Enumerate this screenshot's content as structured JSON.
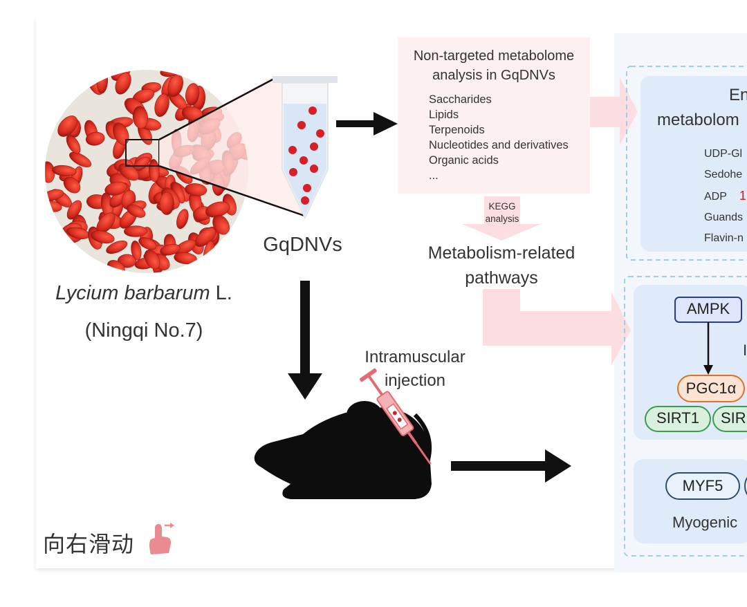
{
  "plant": {
    "name_italic": "Lycium barbarum",
    "name_suffix": " L.",
    "cultivar": "(Ningqi No.7)"
  },
  "vesicle_label": "GqDNVs",
  "metabolome_box": {
    "title_line1": "Non-targeted metabolome",
    "title_line2": "analysis in GqDNVs",
    "items": [
      "Saccharides",
      "Lipids",
      "Terpenoids",
      "Nucleotides and derivatives",
      "Organic acids",
      "..."
    ]
  },
  "kegg": {
    "line1": "KEGG",
    "line2": "analysis"
  },
  "pathways": {
    "line1": "Metabolism-related",
    "line2": "pathways"
  },
  "injection": {
    "line1": "Intramuscular",
    "line2": "injection"
  },
  "right_panel": {
    "title_line1": "En",
    "title_line2": "metabolom",
    "metabolites": [
      "UDP-Gl",
      "Sedohe",
      "ADP",
      "Guands",
      "Flavin-n"
    ],
    "adp_mark": "1"
  },
  "signaling": {
    "ampk": "AMPK",
    "pgc1a": "PGC1α",
    "sirt1": "SIRT1",
    "sirt_partial": "SIR",
    "side_letter": "I"
  },
  "myogenic": {
    "myf5": "MYF5",
    "caption": "Myogenic"
  },
  "swipe_hint": "向右滑动",
  "colors": {
    "berry_red": "#d42a1e",
    "pink_arrow": "#fbdce0",
    "panel_blue": "#e4eef9",
    "dashed_border": "#9ecfe8",
    "ampk_fill": "#dfe6fb",
    "pgc_fill": "#fde3d2",
    "sirt_fill": "#d8f0dc",
    "myf_fill": "#e7f2fb"
  },
  "icons": {
    "tube": "vesicle-tube-icon",
    "mouse": "mouse-icon",
    "syringe": "syringe-icon",
    "hand": "hand-pointer-icon"
  }
}
